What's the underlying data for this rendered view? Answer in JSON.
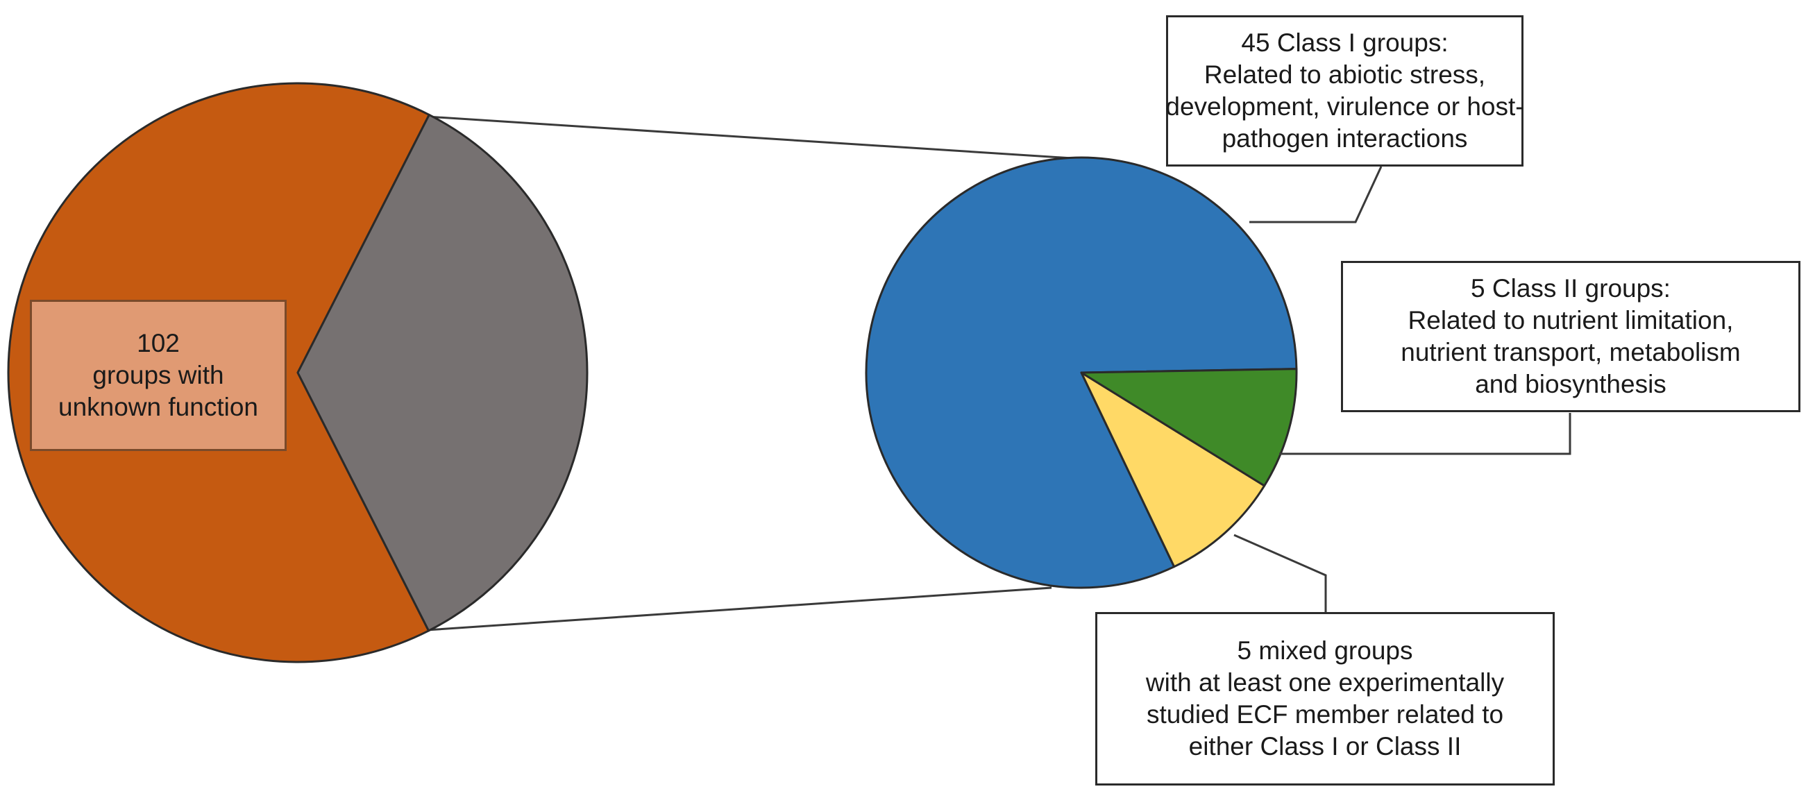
{
  "chart_data": [
    {
      "type": "pie",
      "slices": [
        {
          "label": "102 groups with unknown function",
          "value": 102,
          "color": "#c55a11"
        },
        {
          "label": "",
          "value": 55,
          "color": "#767171"
        }
      ]
    },
    {
      "type": "pie",
      "slices": [
        {
          "label": "45 Class I groups",
          "value": 45,
          "color": "#2e75b6"
        },
        {
          "label": "5 Class II groups",
          "value": 5,
          "color": "#ffd966"
        },
        {
          "label": "5 mixed groups",
          "value": 5,
          "color": "#3f8a28"
        }
      ]
    }
  ],
  "labels": {
    "unknown": [
      "102",
      "groups with",
      "unknown function"
    ],
    "class1": [
      "45 Class I groups:",
      "Related to abiotic stress,",
      "development, virulence or host-",
      "pathogen interactions"
    ],
    "class2": [
      "5 Class II groups:",
      "Related to nutrient limitation,",
      "nutrient transport, metabolism",
      "and biosynthesis"
    ],
    "mixed": [
      "5 mixed groups",
      "with at least one experimentally",
      "studied ECF member related to",
      "either Class I or Class II"
    ]
  },
  "colors": {
    "outline": "#2a2a2a",
    "leader": "#3a3a3a"
  }
}
